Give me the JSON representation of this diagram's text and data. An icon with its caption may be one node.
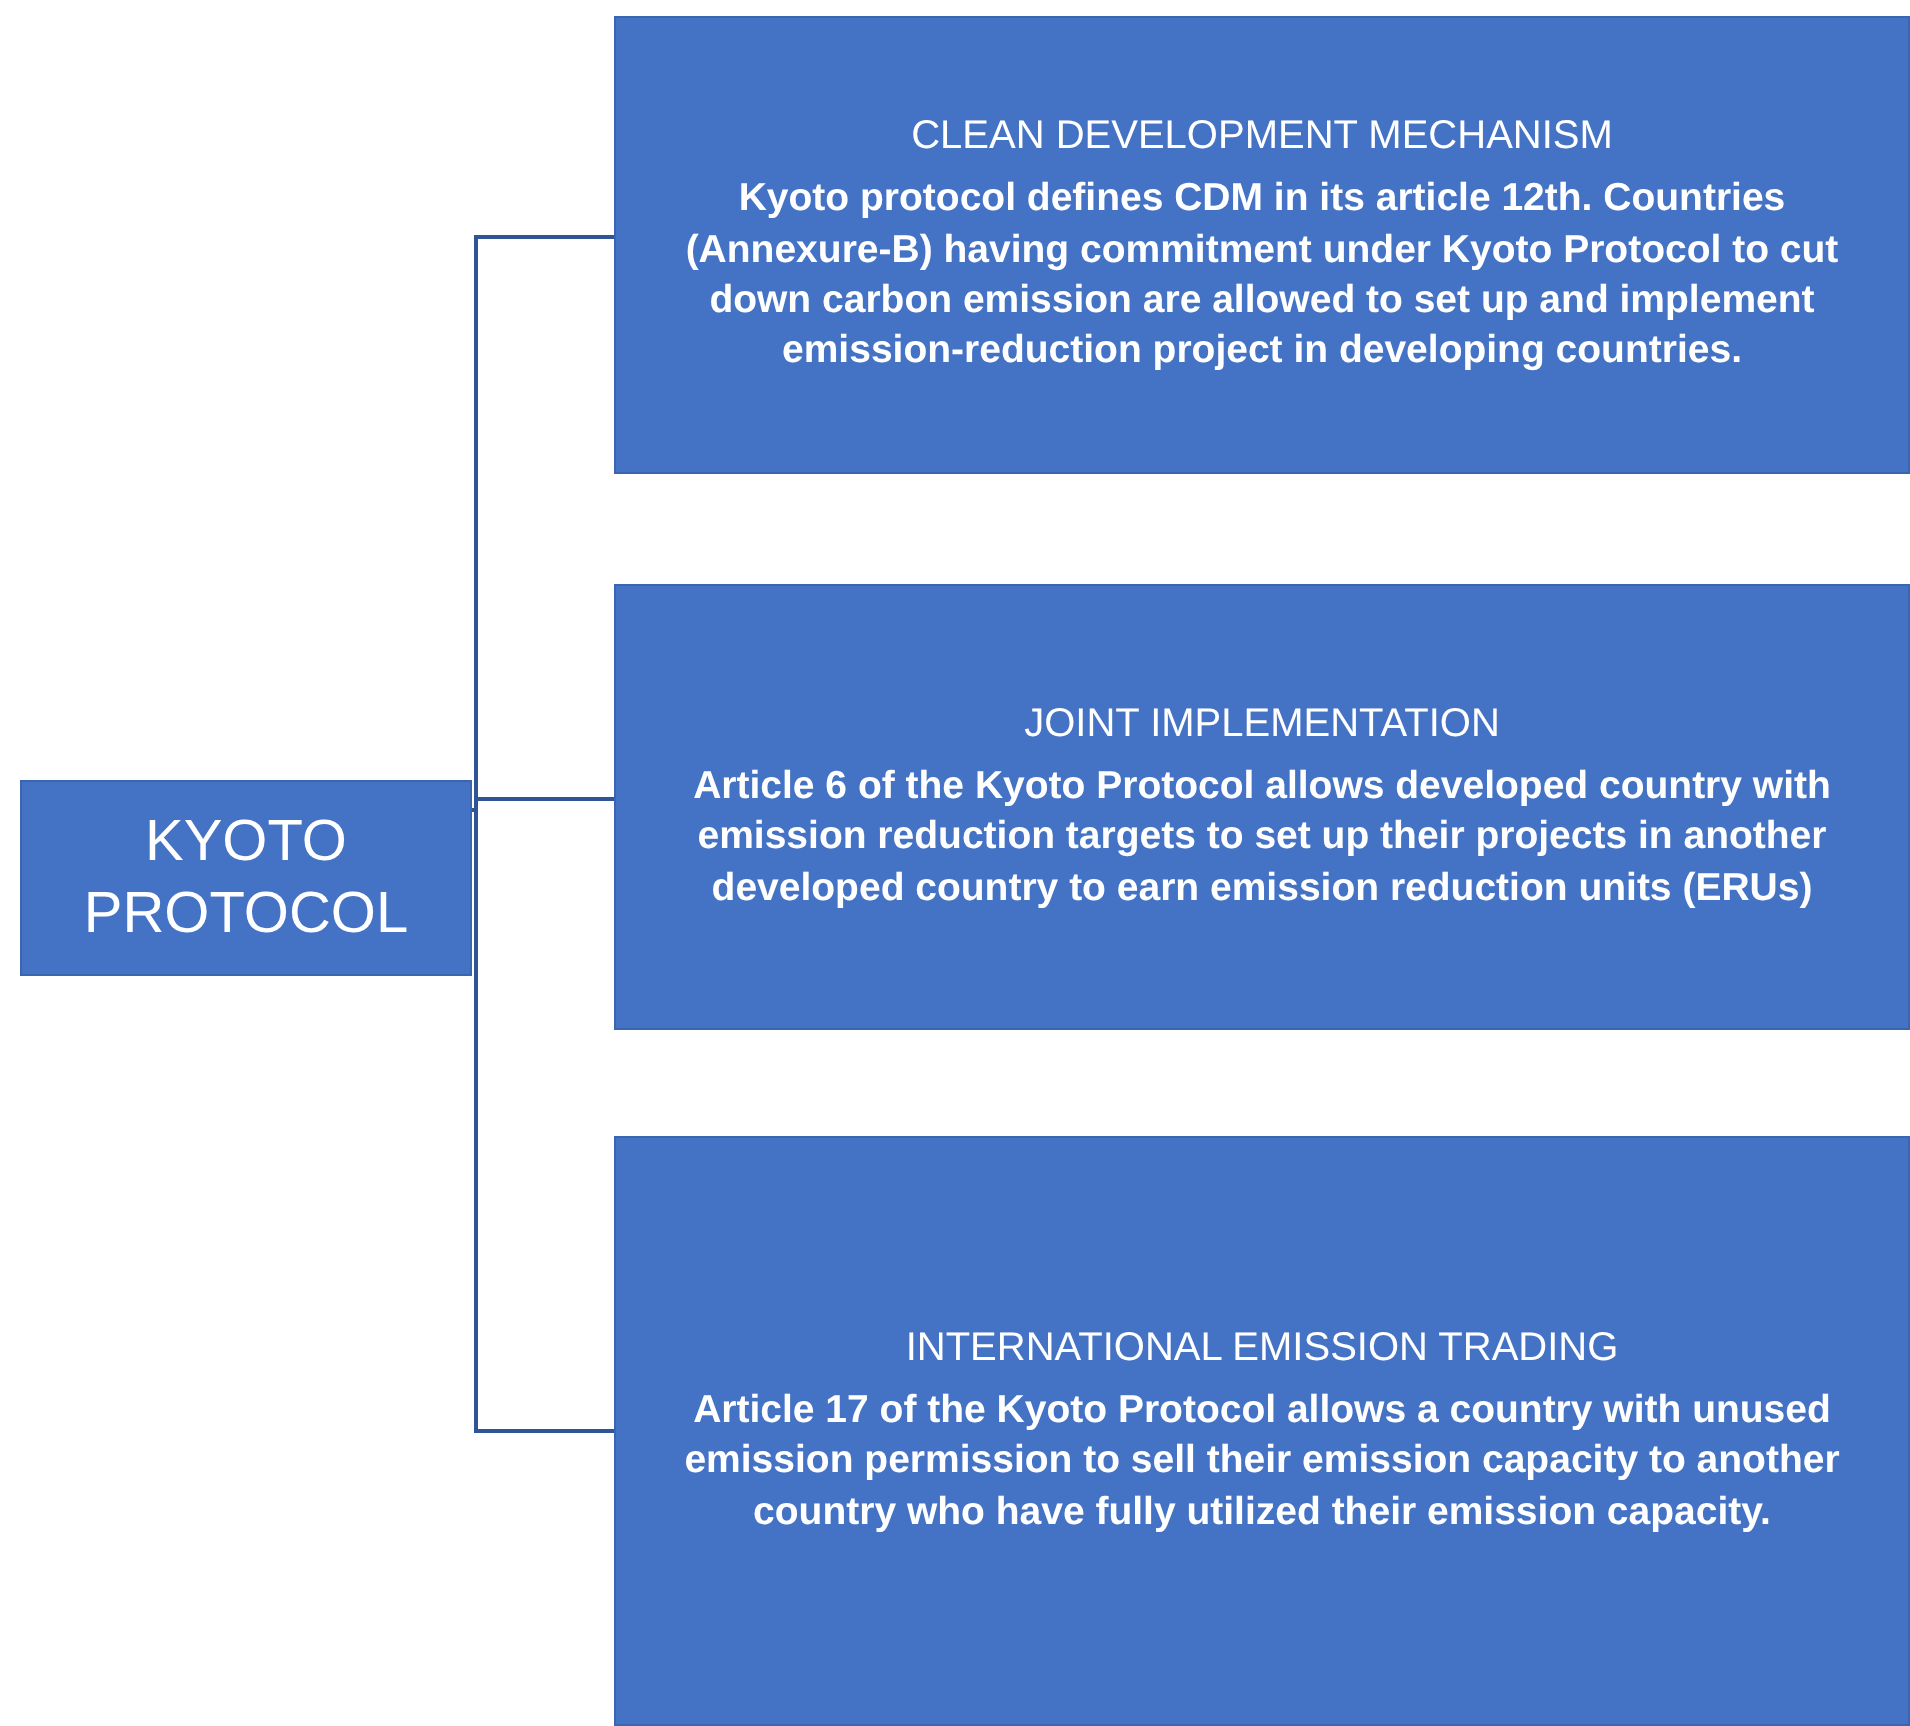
{
  "diagram": {
    "nodes": [
      {
        "text": [
          "KYOTO PROTOCOL"
        ]
      },
      {
        "text": [
          "CLEAN DEVELOPMENT MECHANISM",
          "Kyoto protocol defines CDM in its article 12th. Countries (Annexure-B) having commitment under Kyoto Protocol to cut down carbon emission are allowed to set up and implement emission-reduction project in developing countries."
        ]
      },
      {
        "text": [
          "JOINT IMPLEMENTATION",
          "Article 6 of the Kyoto Protocol allows developed country with  emission reduction targets to set up their projects in another developed country to earn emission reduction units (ERUs)"
        ]
      },
      {
        "text": [
          "INTERNATIONAL EMISSION TRADING",
          "Article 17 of the Kyoto Protocol allows a country with unused emission permission to sell their emission capacity to another country who have fully utilized their emission capacity."
        ]
      }
    ],
    "edges": [
      {
        "from": 0,
        "to": 1,
        "arrow": "none"
      },
      {
        "from": 0,
        "to": 2,
        "arrow": "none"
      },
      {
        "from": 0,
        "to": 3,
        "arrow": "none"
      }
    ]
  }
}
